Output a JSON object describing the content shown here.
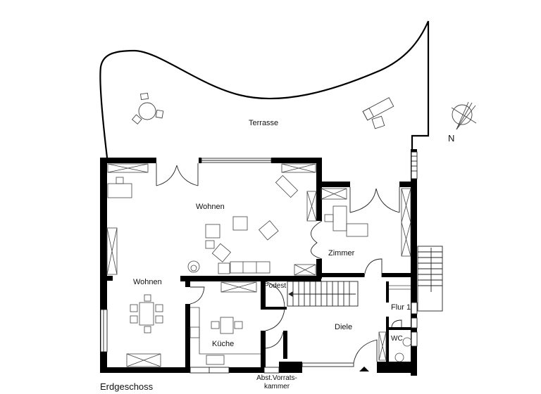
{
  "plan": {
    "title": "Erdgeschoss",
    "compass_label": "N",
    "colors": {
      "wall": "#000000",
      "line": "#222222",
      "furniture": "#555555",
      "background": "#ffffff"
    }
  },
  "rooms": {
    "terrasse": "Terrasse",
    "wohnen_living": "Wohnen",
    "wohnen_dining": "Wohnen",
    "zimmer": "Zimmer",
    "kueche": "Küche",
    "podest": "Podest",
    "diele": "Diele",
    "flur": "Flur 1",
    "wc": "WC",
    "vorrat_line1": "Abst.Vorrats-",
    "vorrat_line2": "kammer"
  }
}
